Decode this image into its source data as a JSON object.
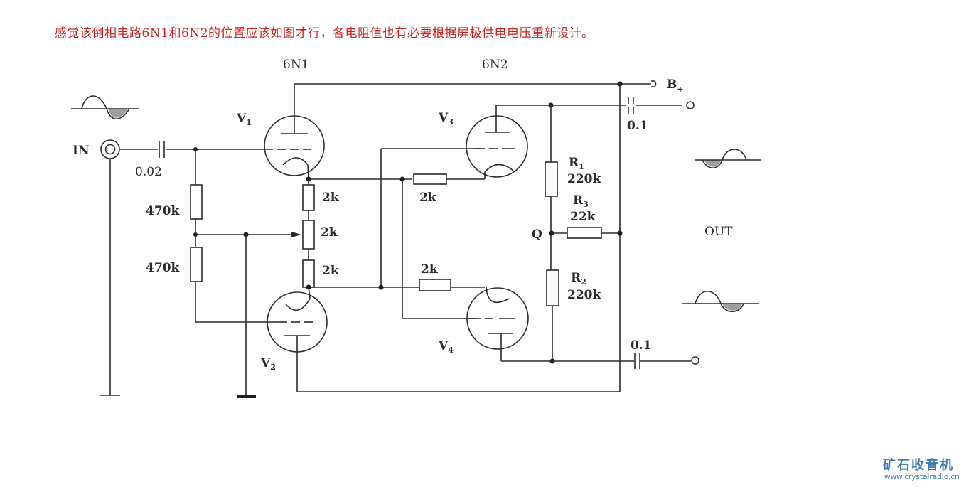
{
  "caption": "感觉该倒相电路6N1和6N2的位置应该如图才行，各电阻值也有必要根据屏极供电电压重新设计。",
  "tubes": {
    "left_type": "6N1",
    "right_type": "6N2",
    "v1": {
      "name": "V",
      "sub": "1"
    },
    "v2": {
      "name": "V",
      "sub": "2"
    },
    "v3": {
      "name": "V",
      "sub": "3"
    },
    "v4": {
      "name": "V",
      "sub": "4"
    }
  },
  "input": {
    "label": "IN",
    "coupling_cap": "0.02",
    "divider_top": "470k",
    "divider_bottom": "470k"
  },
  "cathode_chain": {
    "top": "2k",
    "pot": "2k",
    "bottom": "2k"
  },
  "grid_resistors": {
    "v3": "2k",
    "v4": "2k"
  },
  "plate_network": {
    "r1": {
      "name": "R",
      "sub": "1",
      "value": "220k"
    },
    "r2": {
      "name": "R",
      "sub": "2",
      "value": "220k"
    },
    "r3": {
      "name": "R",
      "sub": "3",
      "value": "22k"
    },
    "node": "Q"
  },
  "supply": {
    "name": "B",
    "sub": "+"
  },
  "output": {
    "label": "OUT",
    "cap_top": "0.1",
    "cap_bottom": "0.1"
  },
  "watermark": {
    "title": "矿石收音机",
    "url": "www.crystalradio.cn"
  }
}
